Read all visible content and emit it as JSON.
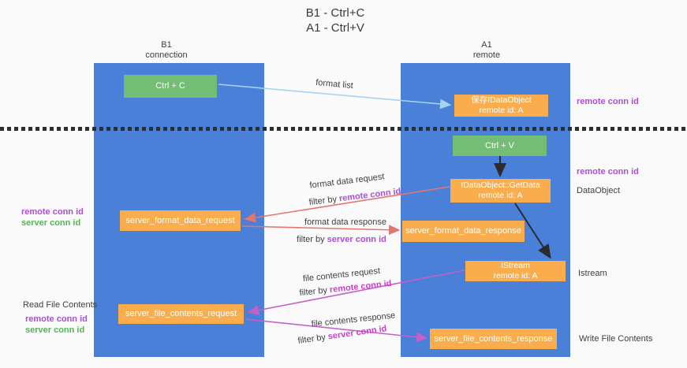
{
  "title": {
    "line1": "B1 - Ctrl+C",
    "line2": "A1 - Ctrl+V"
  },
  "lanes": {
    "left": {
      "title": "B1",
      "subtitle": "connection"
    },
    "right": {
      "title": "A1",
      "subtitle": "remote"
    }
  },
  "nodes": {
    "ctrl_c": {
      "label": "Ctrl + C"
    },
    "save_dataobject": {
      "line1": "保存IDataObject",
      "line2": "remote id: A"
    },
    "ctrl_v": {
      "label": "Ctrl + V"
    },
    "getdata": {
      "line1": "IDataObject::GetData",
      "line2": "remote id: A"
    },
    "format_request": {
      "label": "server_format_data_request"
    },
    "format_response": {
      "label": "server_format_data_response"
    },
    "istream": {
      "line1": "IStream",
      "line2": "remote id: A"
    },
    "file_request": {
      "label": "server_file_contents_request"
    },
    "file_response": {
      "label": "server_file_contents_response"
    }
  },
  "side_labels": {
    "right_remote_conn_top": "remote conn id",
    "right_remote_conn_mid": "remote conn id",
    "right_dataobject": "DataObject",
    "right_istream": "Istream",
    "right_write_file": "Write File Contents",
    "left_remote_conn_1": "remote conn id",
    "left_server_conn_1": "server conn id",
    "left_read_file": "Read File Contents",
    "left_remote_conn_2": "remote conn id",
    "left_server_conn_2": "server conn id"
  },
  "arrows": {
    "format_list": {
      "label": "format list"
    },
    "format_request": {
      "label": "format data request",
      "filter_prefix": "filter by ",
      "filter_value": "remote conn id"
    },
    "format_response": {
      "label": "format data response",
      "filter_prefix": "filter by ",
      "filter_value": "server conn id"
    },
    "file_request": {
      "label": "file contents request",
      "filter_prefix": "filter by ",
      "filter_value": "remote conn id"
    },
    "file_response": {
      "label": "file contents response",
      "filter_prefix": "filter by ",
      "filter_value": "server conn id"
    }
  },
  "colors": {
    "lane_blue": "#4a80d7",
    "node_orange": "#f9ad4d",
    "node_green": "#74bd75",
    "arrow_blue": "#a5d3f0",
    "arrow_red": "#e5756e",
    "arrow_magenta": "#c65fc8",
    "arrow_black": "#2b2b2b",
    "label_purple": "#a94fd2",
    "label_green": "#55b35a",
    "label_magenta": "#cb3ecb",
    "text_dark": "#3f3f3f",
    "background": "#fafafa"
  }
}
